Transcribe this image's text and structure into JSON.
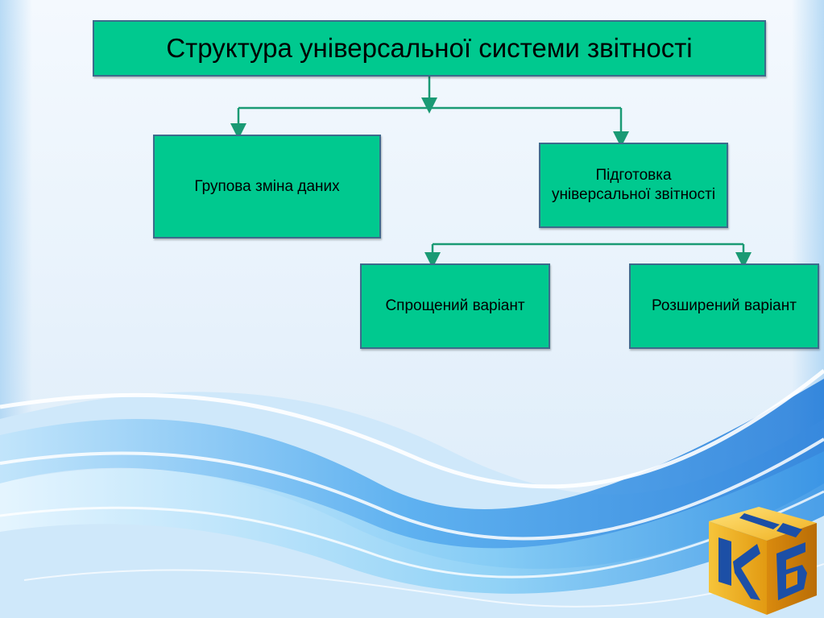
{
  "diagram": {
    "title": "Структура універсальної системи звітності",
    "nodes": {
      "group_change": "Групова зміна даних",
      "preparation": "Підготовка універсальної звітності",
      "simplified": "Спрощений варіант",
      "extended": "Розширений варіант"
    },
    "edges": [
      [
        "title",
        "group_change"
      ],
      [
        "title",
        "preparation"
      ],
      [
        "preparation",
        "simplified"
      ],
      [
        "preparation",
        "extended"
      ]
    ]
  },
  "colors": {
    "box_fill": "#00c98f",
    "box_border": "#3d6b8c",
    "connector": "#1a9a74",
    "background": "#eef6fd"
  },
  "logo": {
    "text": "КБ",
    "icon": "kb-cube-logo"
  }
}
